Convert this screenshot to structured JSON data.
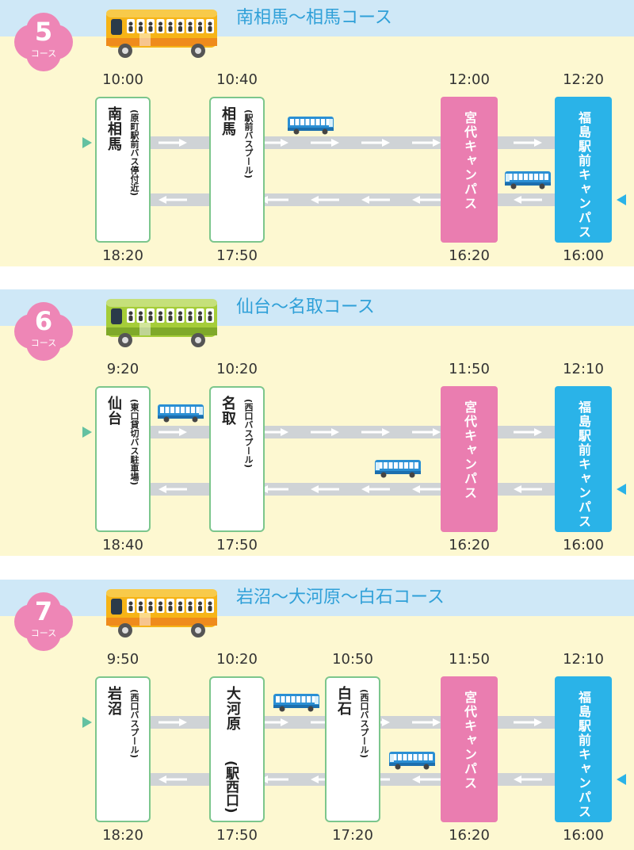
{
  "colors": {
    "band": "#cfe8f7",
    "panel": "#fdf8d1",
    "badge": "#ee86b6",
    "title": "#2fa0d8",
    "miyashiro": "#ea7db0",
    "fukushima": "#2ab3e8",
    "stop_border": "#7cc68c",
    "road": "#cfd3d6",
    "arrow_start": "#64c1a1",
    "arrow_end": "#2ab3e8"
  },
  "icons": [
    "bus-icon",
    "mini-bus-icon",
    "start-arrow-icon",
    "end-arrow-icon",
    "lane-arrow-icon"
  ],
  "courses": [
    {
      "number": "5",
      "sub": "コース",
      "title": "南相馬〜相馬コース",
      "bus_color": "yellow",
      "stop1": {
        "name": "南相馬",
        "sub": "(原町駅前バス停付近)",
        "out": "10:00",
        "ret": "18:20"
      },
      "stop2": {
        "name": "相馬",
        "sub": "(駅前バスプール)",
        "out": "10:40",
        "ret": "17:50"
      },
      "campus1": {
        "name": "宮代キャンパス",
        "out": "12:00",
        "ret": "16:20"
      },
      "campus2": {
        "name": "福島駅前キャンパス",
        "out": "12:20",
        "ret": "16:00"
      }
    },
    {
      "number": "6",
      "sub": "コース",
      "title": "仙台〜名取コース",
      "bus_color": "green",
      "stop1": {
        "name": "仙台",
        "sub": "(東口貸切バス駐車場)",
        "out": "9:20",
        "ret": "18:40"
      },
      "stop2": {
        "name": "名取",
        "sub": "(西口バスプール)",
        "out": "10:20",
        "ret": "17:50"
      },
      "campus1": {
        "name": "宮代キャンパス",
        "out": "11:50",
        "ret": "16:20"
      },
      "campus2": {
        "name": "福島駅前キャンパス",
        "out": "12:10",
        "ret": "16:00"
      }
    },
    {
      "number": "7",
      "sub": "コース",
      "title": "岩沼〜大河原〜白石コース",
      "bus_color": "yellow",
      "stop1": {
        "name": "岩沼",
        "sub": "(西口バスプール)",
        "out": "9:50",
        "ret": "18:20"
      },
      "stop2": {
        "name": "大河原",
        "sub": "(駅西口)",
        "out": "10:20",
        "ret": "17:50"
      },
      "stop3": {
        "name": "白石",
        "sub": "(西口バスプール)",
        "out": "10:50",
        "ret": "17:20"
      },
      "campus1": {
        "name": "宮代キャンパス",
        "out": "11:50",
        "ret": "16:20"
      },
      "campus2": {
        "name": "福島駅前キャンパス",
        "out": "12:10",
        "ret": "16:00"
      }
    }
  ]
}
